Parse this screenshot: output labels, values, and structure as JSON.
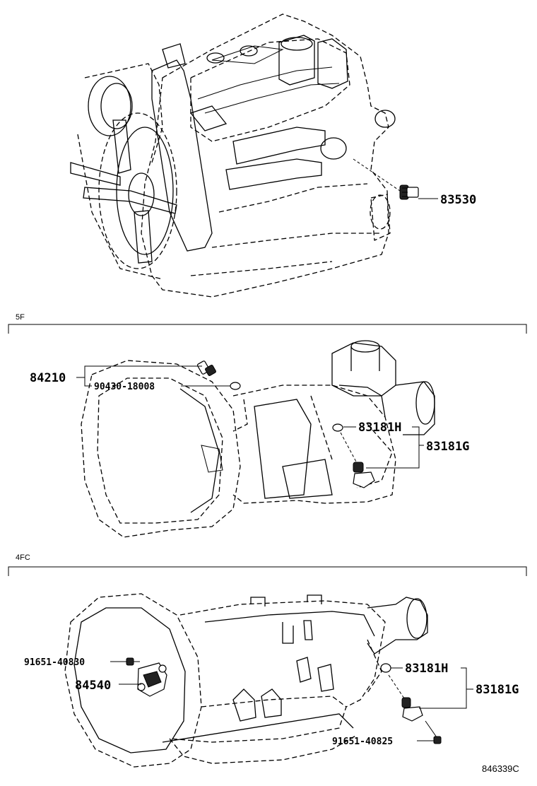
{
  "sections": {
    "engine": {
      "parts": {
        "sender": "83530"
      }
    },
    "5F": {
      "label": "5F",
      "parts": {
        "switch_assy": "84210",
        "gasket": "90430-18008",
        "sensor_h": "83181H",
        "sensor_g": "83181G"
      }
    },
    "4FC": {
      "label": "4FC",
      "parts": {
        "bolt_upper": "91651-40830",
        "neutral_switch": "84540",
        "sensor_h": "83181H",
        "sensor_g": "83181G",
        "bolt_lower": "91651-40825"
      }
    }
  },
  "figure_code": "846339C"
}
